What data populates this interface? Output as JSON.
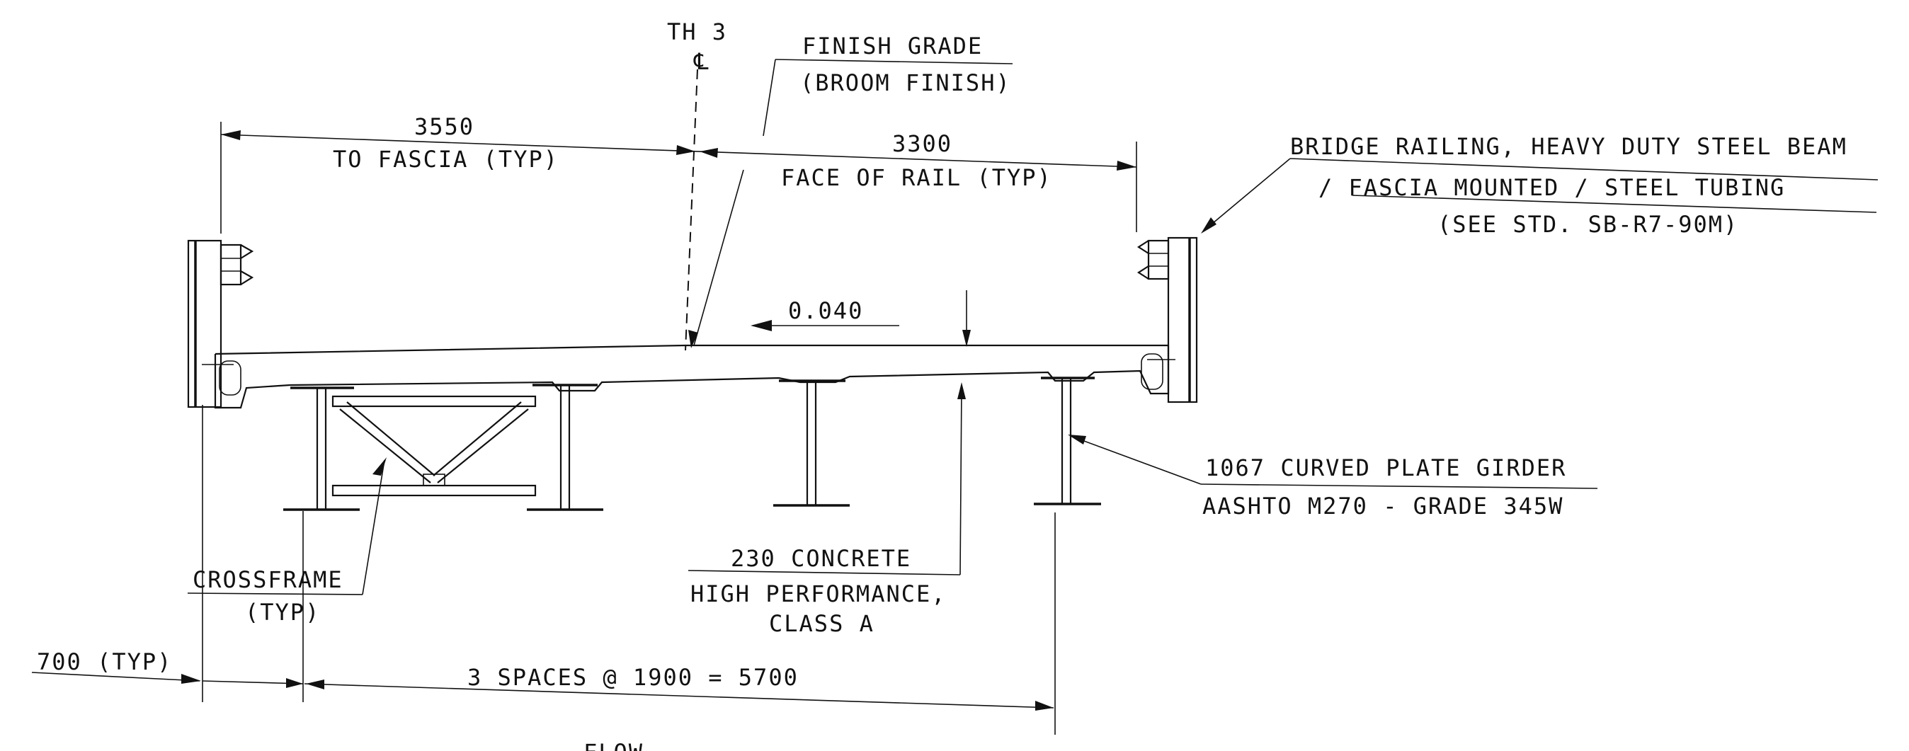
{
  "centerline": {
    "top": "TH 3",
    "symbol": "℄"
  },
  "finish_grade": {
    "line1": "FINISH GRADE",
    "line2": "(BROOM FINISH)"
  },
  "dim_left": {
    "value": "3550",
    "label": "TO FASCIA (TYP)"
  },
  "dim_right": {
    "value": "3300",
    "label": "FACE OF RAIL (TYP)"
  },
  "railing": {
    "line1": "BRIDGE RAILING, HEAVY DUTY STEEL BEAM",
    "line2": "/ FASCIA MOUNTED / STEEL TUBING",
    "line3": "(SEE STD. SB-R7-90M)"
  },
  "slope": "0.040",
  "girder": {
    "line1": "1067  CURVED PLATE GIRDER",
    "line2": "AASHTO M270 - GRADE 345W"
  },
  "concrete": {
    "line1": "230 CONCRETE",
    "line2": "HIGH PERFORMANCE,",
    "line3": "CLASS A"
  },
  "crossframe": {
    "line1": "CROSSFRAME",
    "line2": "(TYP)"
  },
  "overhang": "700 (TYP)",
  "spacing": "3 SPACES @ 1900 = 5700",
  "bottom_cut": "FLOW"
}
